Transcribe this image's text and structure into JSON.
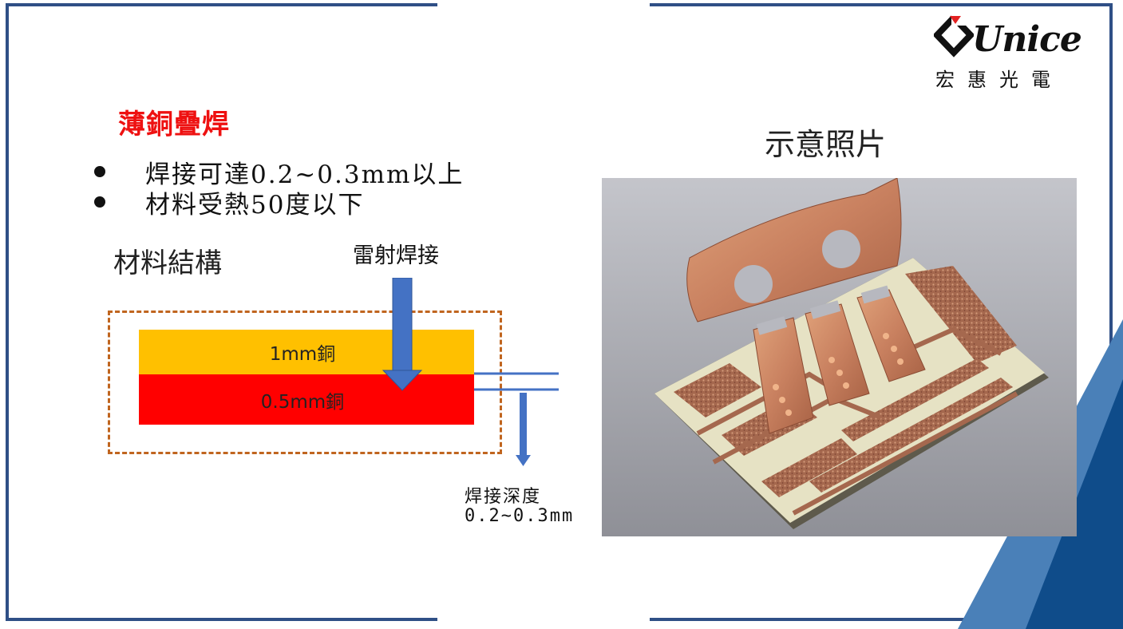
{
  "title": "薄銅疊焊",
  "bullets": [
    "焊接可達0.2~0.3mm以上",
    "材料受熱50度以下"
  ],
  "structure_label": "材料結構",
  "laser_label": "雷射焊接",
  "layers": {
    "top": "1mm銅",
    "bottom": "0.5mm銅"
  },
  "depth": {
    "line1": "焊接深度",
    "line2": "0.2~0.3mm"
  },
  "photo_caption": "示意照片",
  "logo": {
    "brand": "Unice",
    "sub": "宏惠光電"
  },
  "colors": {
    "title": "#ee1111",
    "frame": "#2f4f86",
    "accent_triangle_dark": "#0f4c8a",
    "accent_triangle_light": "#4a80b8",
    "layer_top": "#ffc000",
    "layer_bottom": "#ff0000",
    "dashed_border": "#c0651f",
    "arrow": "#4472c4"
  }
}
